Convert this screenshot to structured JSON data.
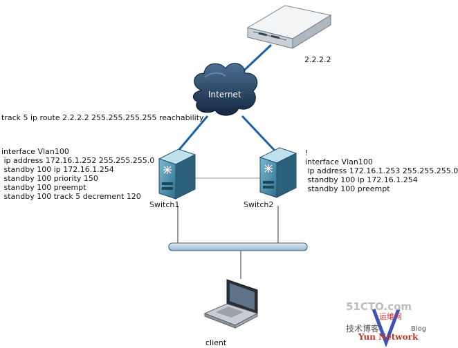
{
  "server": {
    "label": "2.2.2.2"
  },
  "internet": {
    "label": "Internet"
  },
  "track_command": "track 5 ip route 2.2.2.2 255.255.255.255 reachability",
  "switch1": {
    "label": "Switch1",
    "config": [
      "interface Vlan100",
      " ip address 172.16.1.252 255.255.255.0",
      " standby 100 ip 172.16.1.254",
      " standby 100 priority 150",
      " standby 100 preempt",
      " standby 100 track 5 decrement 120"
    ]
  },
  "switch2": {
    "label": "Switch2",
    "config": [
      "!",
      "interface Vlan100",
      " ip address 172.16.1.253 255.255.255.0",
      " standby 100 ip 172.16.1.254",
      " standby 100 preempt"
    ]
  },
  "client": {
    "label": "client"
  },
  "watermark": {
    "site": "51CTO.com",
    "blog_cn": "技术博客",
    "blog_en": "Blog",
    "cn": "运维网",
    "brand": "Yun Network"
  },
  "colors": {
    "link": "#1c5fa8",
    "cloud": "#1e3a5c",
    "switch": "#3f86a6",
    "bus": "#a9c6de"
  }
}
